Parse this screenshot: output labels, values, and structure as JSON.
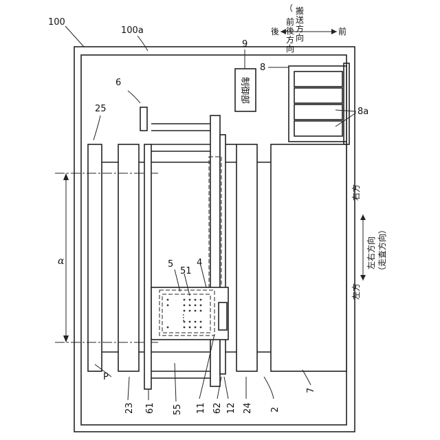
{
  "labels": {
    "device": "100",
    "housing": "100a",
    "controller_text": "制御部",
    "controller": "9",
    "cartridge_holder": "8",
    "cartridges": "8a",
    "carriage_label": "6",
    "shaft": "25",
    "alpha": "α",
    "head_outline": "5",
    "head": "4",
    "nozzle": "51",
    "dots": "…",
    "sheet": "P",
    "guide_23": "23",
    "guide_61": "61",
    "part_55": "55",
    "part_11": "11",
    "part_62": "62",
    "part_12": "12",
    "guide_24": "24",
    "frame_2": "2",
    "unit_7": "7"
  },
  "direction_top": {
    "title_paren": "（搬送方向）",
    "title_chars": [
      "搬",
      "送",
      "方",
      "向"
    ],
    "title_col2": [
      "前",
      "後",
      "方",
      "向"
    ],
    "rear": "後",
    "front": "前"
  },
  "direction_right": {
    "right": "右方",
    "left": "左方",
    "axis": "左右方向",
    "axis_sub": "（走査方向）"
  }
}
